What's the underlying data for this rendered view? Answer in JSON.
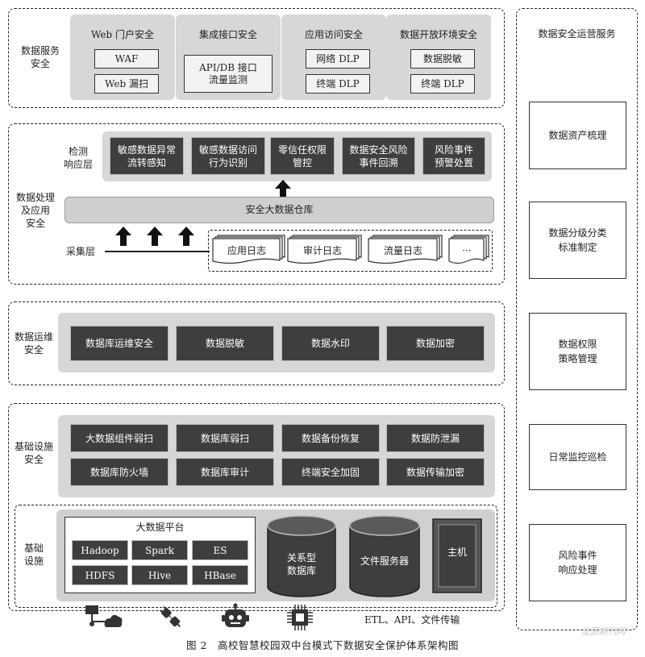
{
  "service": {
    "label": "数据服务\n安全",
    "panels": [
      {
        "title": "Web 门户安全",
        "items": [
          "WAF",
          "Web 漏扫"
        ]
      },
      {
        "title": "集成接口安全",
        "items": [
          "API/DB 接口\n流量监测"
        ]
      },
      {
        "title": "应用访问安全",
        "items": [
          "网络 DLP",
          "终端 DLP"
        ]
      },
      {
        "title": "数据开放环境安全",
        "items": [
          "数据脱敏",
          "终端 DLP"
        ]
      }
    ]
  },
  "processing": {
    "label": "数据处理\n及应用\n安全",
    "detect_label": "检测\n响应层",
    "detect_items": [
      "敏感数据异常\n流转感知",
      "敏感数据访问\n行为识别",
      "零信任权限\n管控",
      "数据安全风险\n事件回溯",
      "风险事件\n预警处置"
    ],
    "warehouse": "安全大数据仓库",
    "collect_label": "采集层",
    "logs": [
      "应用日志",
      "审计日志",
      "流量日志",
      "···"
    ]
  },
  "ops": {
    "label": "数据运维\n安全",
    "items": [
      "数据库运维安全",
      "数据脱敏",
      "数据水印",
      "数据加密"
    ]
  },
  "infra_security": {
    "label": "基础设施\n安全",
    "items": [
      "大数据组件弱扫",
      "数据库弱扫",
      "数据备份恢复",
      "数据防泄漏",
      "数据库防火墙",
      "数据库审计",
      "终端安全加固",
      "数据传输加密"
    ]
  },
  "infra": {
    "label": "基础\n设施",
    "bigdata_title": "大数据平台",
    "bigdata_items": [
      "Hadoop",
      "Spark",
      "ES",
      "HDFS",
      "Hive",
      "HBase"
    ],
    "db": "关系型\n数据库",
    "file_server": "文件服务器",
    "host": "主机"
  },
  "bottom": {
    "icons": [
      "network-icon",
      "plug-icon",
      "robot-icon",
      "chip-icon"
    ],
    "transfer_text": "ETL、API、文件传输"
  },
  "operations_service": {
    "title": "数据安全运营服务",
    "items": [
      "数据资产梳理",
      "数据分级分类\n标准制定",
      "数据权限\n策略管理",
      "日常监控巡检",
      "风险事件\n响应处理"
    ]
  },
  "caption": "图 2　高校智慧校园双中台模式下数据安全保护体系架构图",
  "watermark": "龙源期刊网"
}
